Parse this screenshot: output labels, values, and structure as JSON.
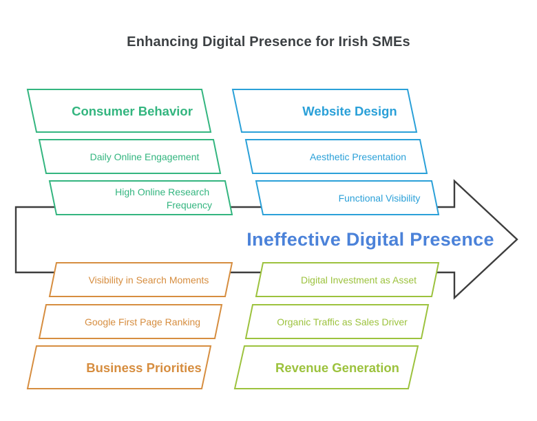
{
  "title": "Enhancing Digital Presence for Irish SMEs",
  "center_label": "Ineffective Digital Presence",
  "colors": {
    "title_text": "#3c4043",
    "center_text": "#4b82d9",
    "arrow_outline": "#3d3d3d",
    "consumer_behavior_green": "#33b57f",
    "website_design_blue": "#2aa0d8",
    "business_priorities_orange": "#d68d3f",
    "revenue_generation_olive": "#9cc23d",
    "background": "#ffffff"
  },
  "quadrants": {
    "top_left": {
      "header": "Consumer Behavior",
      "items": [
        {
          "label": "Daily Online Engagement"
        },
        {
          "label": "High Online Research Frequency",
          "line1": "High Online Research",
          "line2": "Frequency"
        }
      ]
    },
    "top_right": {
      "header": "Website Design",
      "items": [
        {
          "label": "Aesthetic Presentation"
        },
        {
          "label": "Functional Visibility"
        }
      ]
    },
    "bottom_left": {
      "header": "Business Priorities",
      "items": [
        {
          "label": "Visibility in Search Moments"
        },
        {
          "label": "Google First Page Ranking"
        }
      ]
    },
    "bottom_right": {
      "header": "Revenue Generation",
      "items": [
        {
          "label": "Digital Investment as Asset"
        },
        {
          "label": "Organic Traffic as Sales Driver"
        }
      ]
    }
  }
}
